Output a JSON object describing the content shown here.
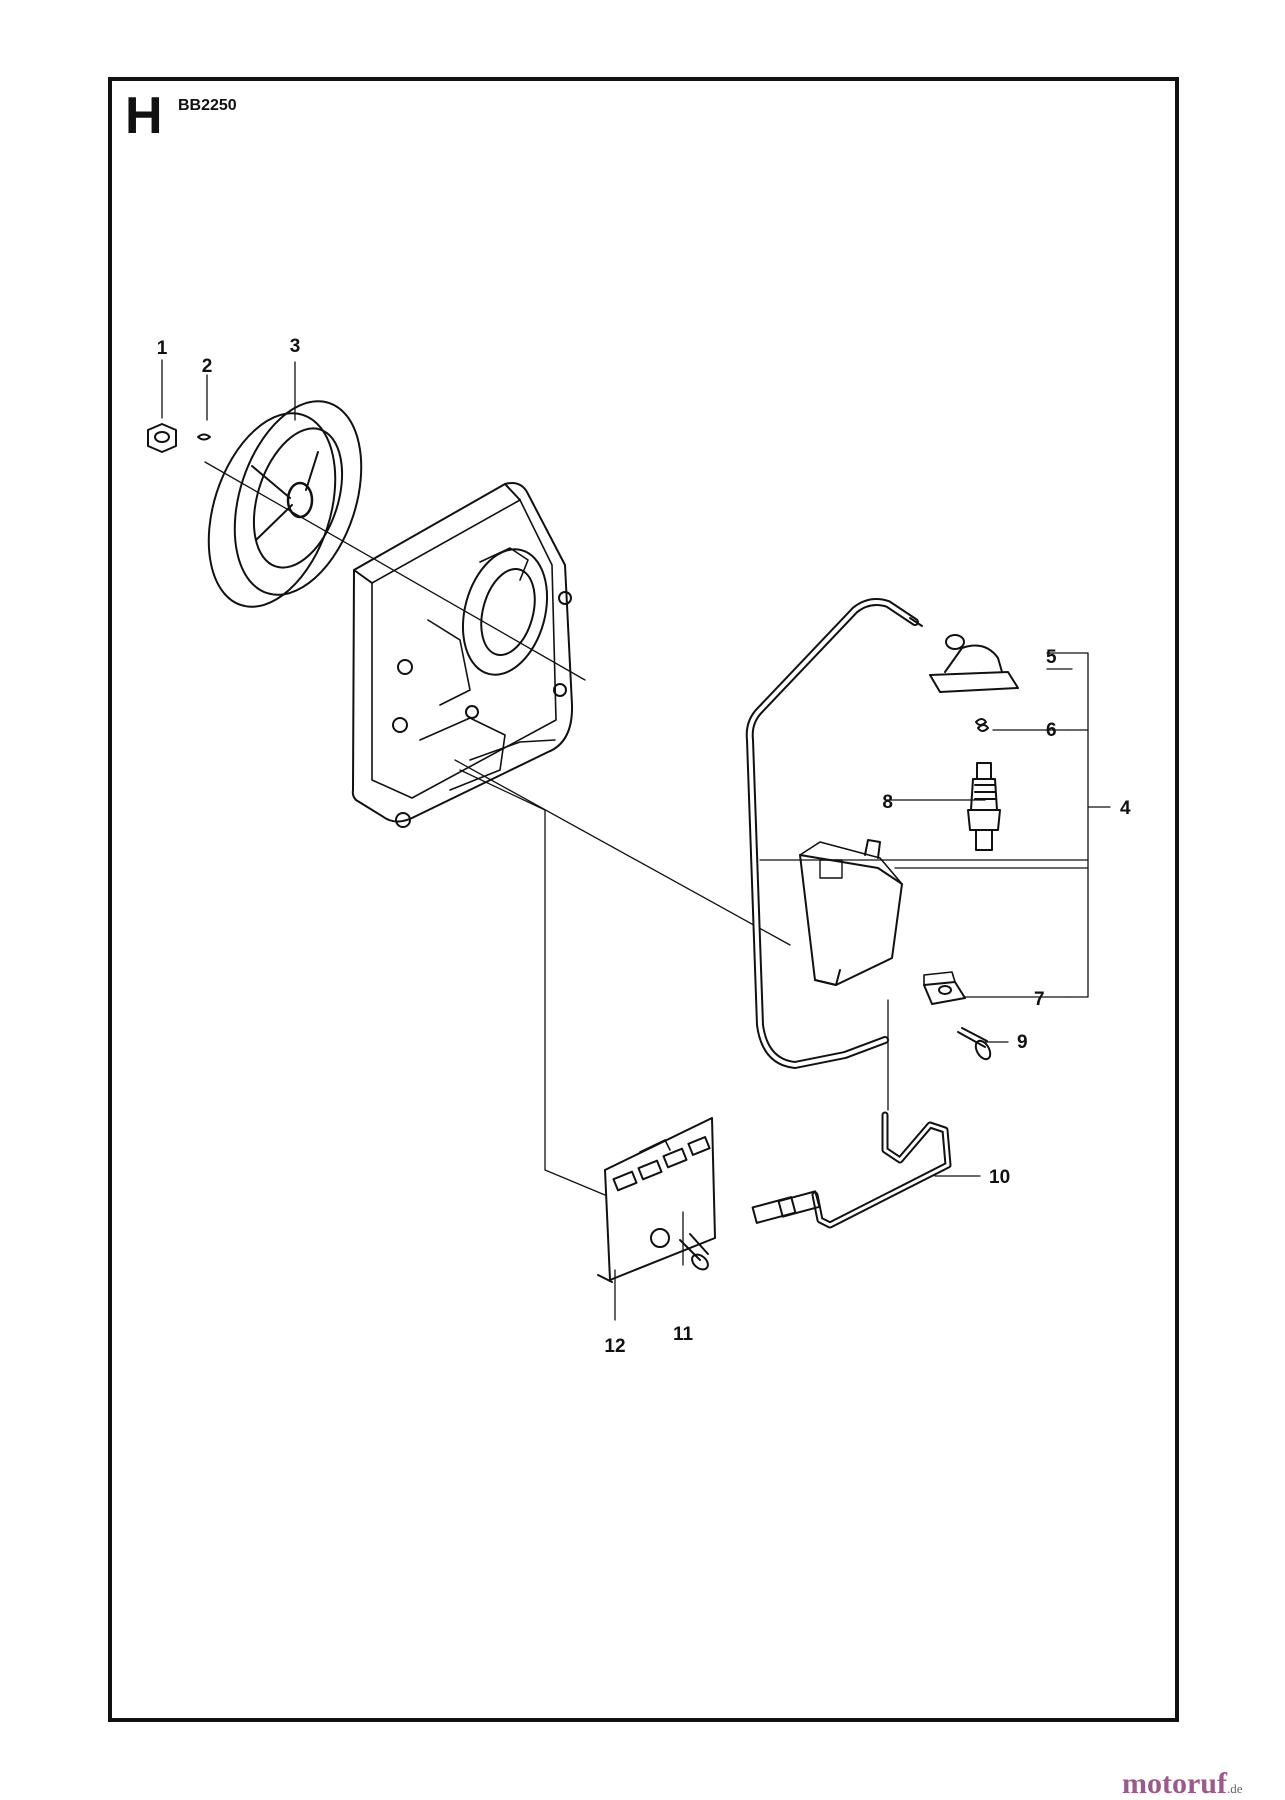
{
  "header": {
    "section_letter": "H",
    "diagram_code": "BB2250"
  },
  "labels": {
    "p1": "1",
    "p2": "2",
    "p3": "3",
    "p4": "4",
    "p5": "5",
    "p6": "6",
    "p7": "7",
    "p8": "8",
    "p9": "9",
    "p10": "10",
    "p11": "11",
    "p12": "12"
  },
  "watermark": {
    "brand": "motoruf",
    "tld": ".de"
  }
}
